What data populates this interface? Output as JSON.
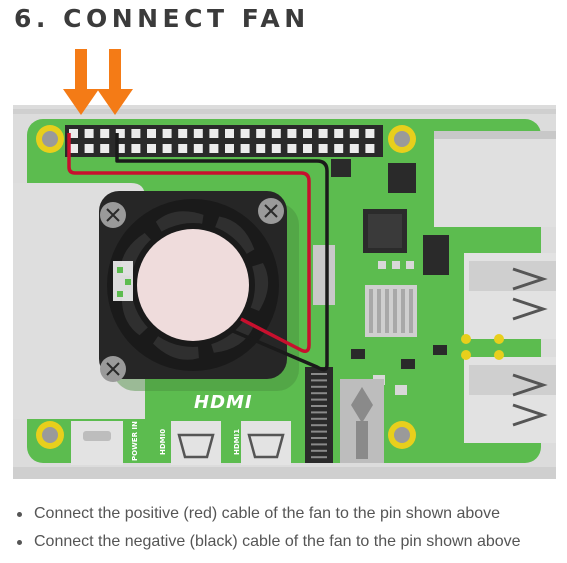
{
  "heading": "6. CONNECT FAN",
  "board": {
    "hdmi_logo": "HDMI",
    "port_labels": [
      "POWER IN",
      "HDMI0",
      "HDMI1"
    ]
  },
  "instructions": [
    "Connect the positive (red) cable of the fan to the pin shown above",
    "Connect the negative (black) cable of the fan to the pin shown above"
  ],
  "colors": {
    "board_green": "#5cbc4f",
    "arrow_orange": "#f47b16",
    "positive_wire": "#c8102e",
    "negative_wire": "#1a1a1a",
    "mounting_hole": "#e8cf1c"
  }
}
